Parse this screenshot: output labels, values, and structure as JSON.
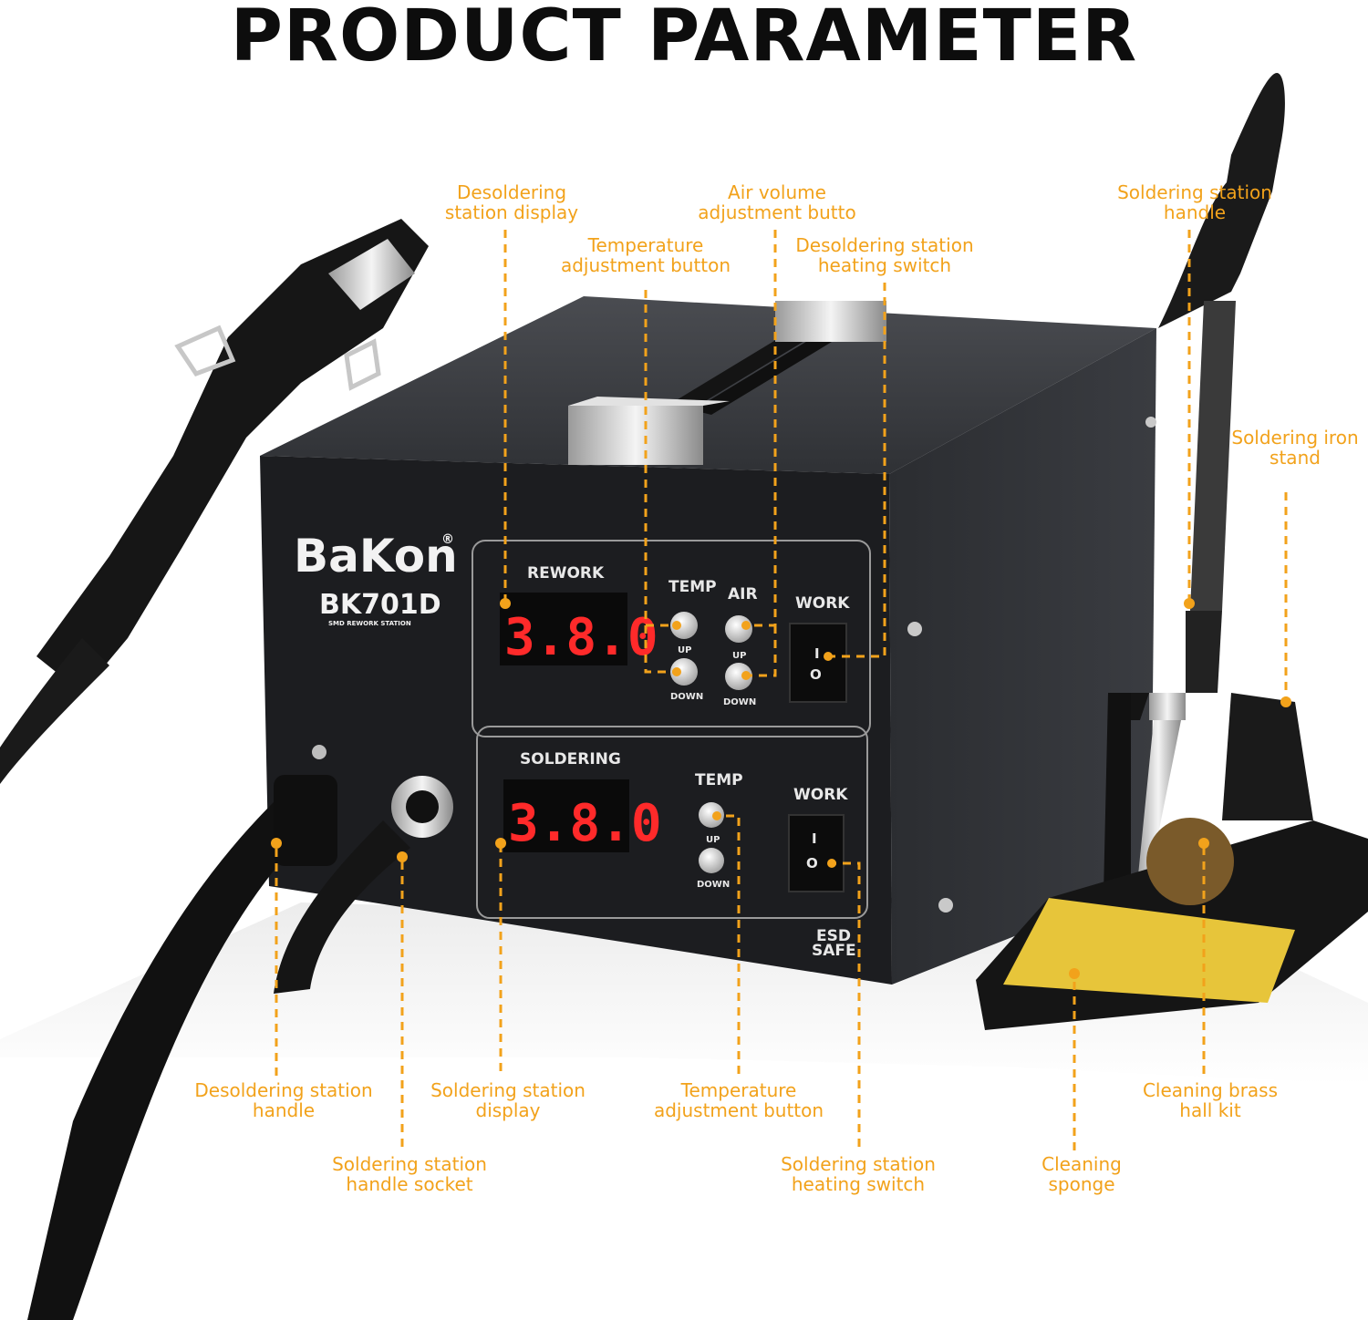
{
  "title": "PRODUCT PARAMETER",
  "device": {
    "brand": "BaKon",
    "registered": "®",
    "model": "BK701D",
    "subtitle": "SMD REWORK STATION",
    "rework_panel": {
      "label": "REWORK",
      "display": "3.8.0",
      "temp_label": "TEMP",
      "air_label": "AIR",
      "up": "UP",
      "down": "DOWN",
      "work_label": "WORK"
    },
    "soldering_panel": {
      "label": "SOLDERING",
      "display": "3.8.0",
      "temp_label": "TEMP",
      "up": "UP",
      "down": "DOWN",
      "work_label": "WORK"
    },
    "esd_line1": "ESD",
    "esd_line2": "SAFE",
    "switch_on": "I",
    "switch_off": "O"
  },
  "callouts": {
    "desoldering_display": [
      "Desoldering",
      "station display"
    ],
    "air_volume": [
      "Air volume",
      "adjustment butto"
    ],
    "temp_adjust_top": [
      "Temperature",
      "adjustment button"
    ],
    "desoldering_heating_switch": [
      "Desoldering  station",
      "heating switch"
    ],
    "soldering_handle": [
      "Soldering station",
      "handle"
    ],
    "iron_stand": [
      "Soldering iron",
      "stand"
    ],
    "desoldering_handle": [
      "Desoldering station",
      "handle"
    ],
    "soldering_display": [
      "Soldering station",
      "display"
    ],
    "temp_adjust_bottom": [
      "Temperature",
      "adjustment button"
    ],
    "brass_kit": [
      "Cleaning brass",
      "hall kit"
    ],
    "handle_socket": [
      "Soldering station",
      "handle socket"
    ],
    "soldering_heating_switch": [
      "Soldering station",
      "heating switch"
    ],
    "sponge": [
      "Cleaning",
      "sponge"
    ]
  },
  "colors": {
    "accent": "#f2a21b",
    "body": "#1c1d20",
    "display_red": "#ff2a2a"
  }
}
